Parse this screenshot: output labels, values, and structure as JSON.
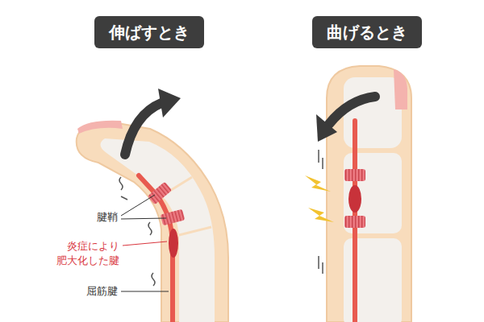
{
  "diagram": {
    "nodes": [
      {
        "text": [
          "伸ばすとき"
        ]
      },
      {
        "text": [
          "曲げるとき"
        ]
      }
    ],
    "labels": [
      "腱鞘",
      "炎症により 肥大化した腱",
      "屈筋腱"
    ]
  }
}
